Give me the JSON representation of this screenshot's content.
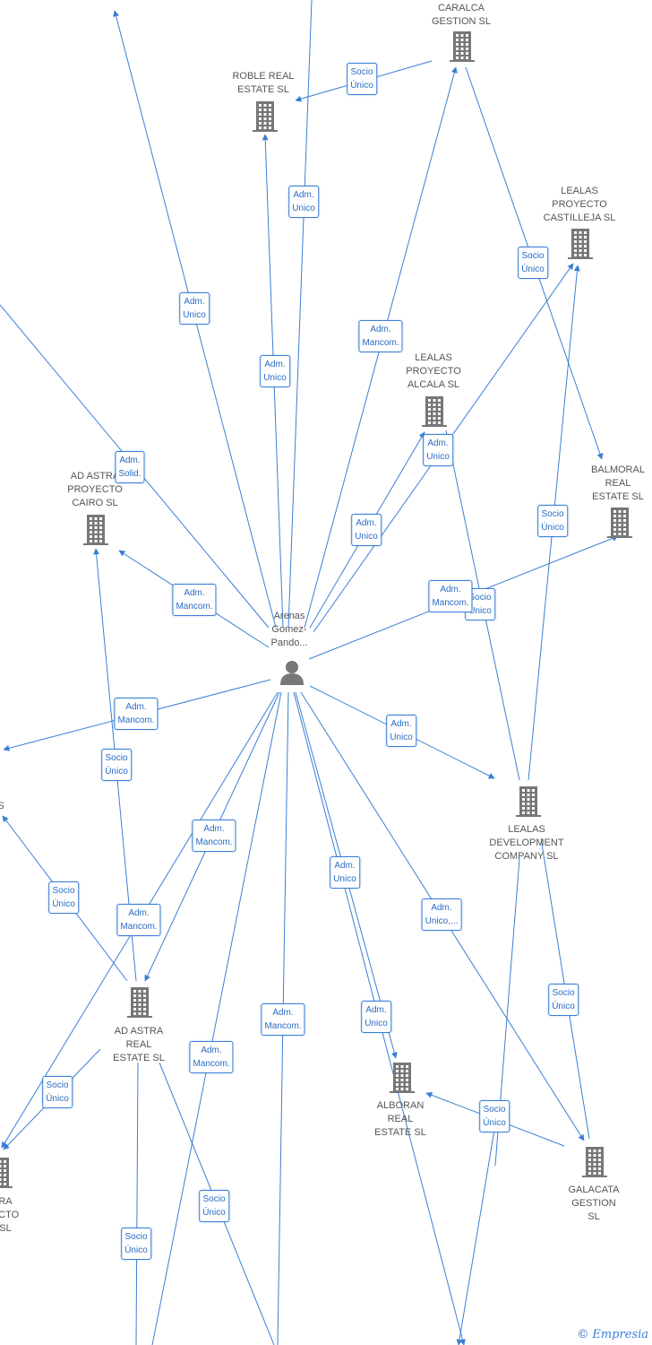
{
  "center": {
    "label": "Arenas\nGomez-\nPando..."
  },
  "companies": [
    {
      "id": "caralca",
      "label": "CARALCA\nGESTION  SL"
    },
    {
      "id": "roble",
      "label": "ROBLE REAL\nESTATE  SL"
    },
    {
      "id": "castilleja",
      "label": "LEALAS\nPROYECTO\nCASTILLEJA  SL"
    },
    {
      "id": "alcala",
      "label": "LEALAS\nPROYECTO\nALCALA  SL"
    },
    {
      "id": "cairo",
      "label": "AD ASTRA\nPROYECTO\nCAIRO  SL"
    },
    {
      "id": "balmoral",
      "label": "BALMORAL\nREAL\nESTATE  SL"
    },
    {
      "id": "development",
      "label": "LEALAS\nDEVELOPMENT\nCOMPANY  SL"
    },
    {
      "id": "adastra",
      "label": "AD ASTRA\nREAL\nESTATE  SL"
    },
    {
      "id": "alboran",
      "label": "ALBORAN\nREAL\nESTATE  SL"
    },
    {
      "id": "galacata",
      "label": "GALACATA\nGESTION  SL"
    },
    {
      "id": "leftbottom",
      "label": "RA\nECTO\nSL"
    },
    {
      "id": "leftmid",
      "label": "S"
    }
  ],
  "edge_labels": [
    "Socio\nÚnico",
    "Adm.\nUnico",
    "Adm.\nUnico",
    "Adm.\nUnico",
    "Adm.\nMancom.",
    "Socio\nÚnico",
    "Adm.\nSolid.",
    "Adm.\nUnico",
    "Adm.\nUnico",
    "Socio\nÚnico",
    "Adm.\nMancom.",
    "Socio\nÚnico",
    "Adm.\nMancom.",
    "Adm.\nMancom.",
    "Adm.\nUnico",
    "Socio\nÚnico",
    "Adm.\nMancom.",
    "Socio\nÚnico",
    "Adm.\nMancom.",
    "Adm.\nUnico",
    "Adm.\nUnico,...",
    "Socio\nÚnico",
    "Adm.\nMancom.",
    "Adm.\nUnico",
    "Adm.\nMancom.",
    "Socio\nÚnico",
    "Socio\nÚnico",
    "Socio\nÚnico",
    "Socio\nÚnico"
  ],
  "watermark": {
    "copyright": "©",
    "brand": "Empresia"
  },
  "colors": {
    "edge": "#3a7fd5",
    "icon": "#777777",
    "label": "#555555"
  }
}
